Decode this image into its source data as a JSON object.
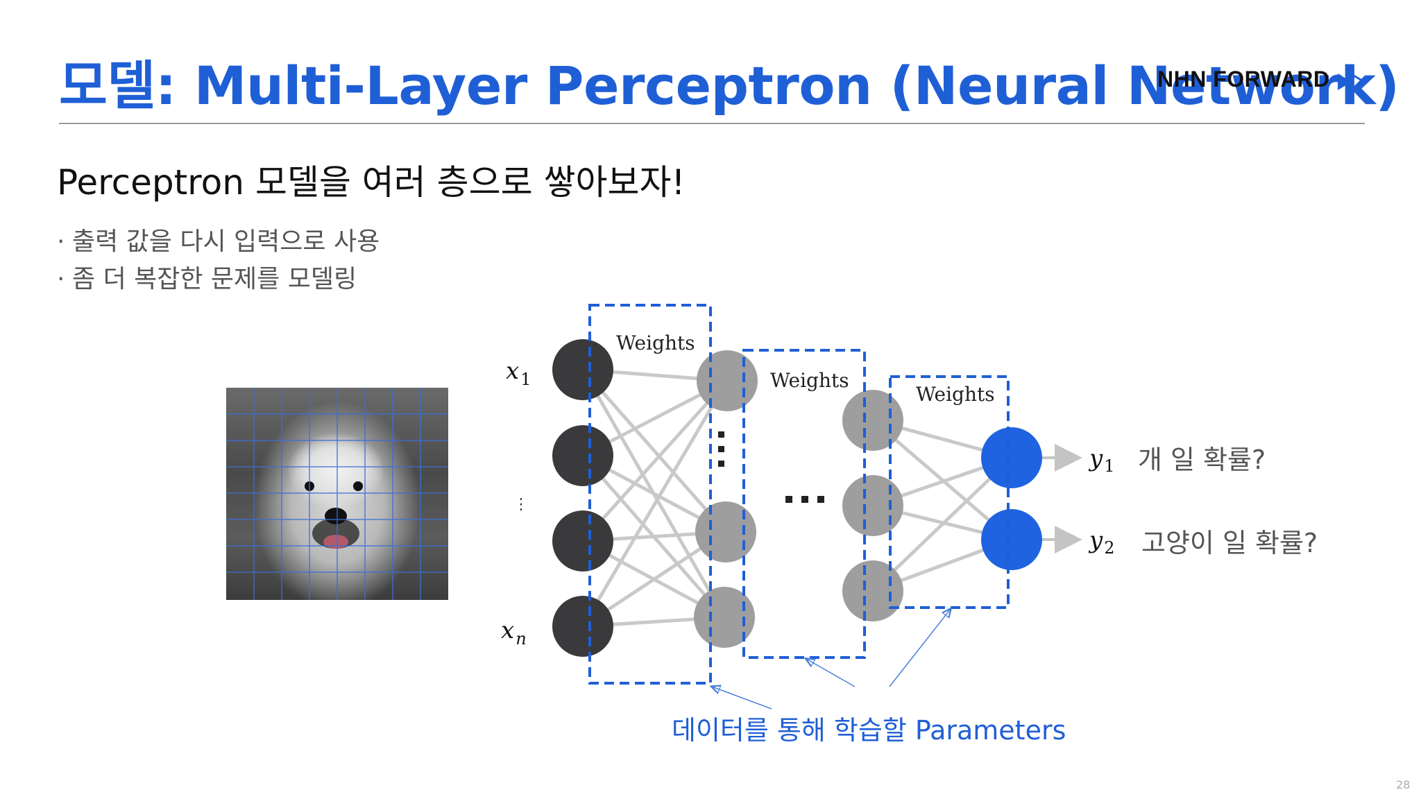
{
  "title": "모델: Multi-Layer Perceptron (Neural Network)",
  "brand": "NHN FORWARD",
  "subtitle": "Perceptron 모델을 여러 층으로 쌓아보자!",
  "bullets": [
    "출력 값을 다시 입력으로 사용",
    "좀 더 복잡한 문제를 모델링"
  ],
  "diagram": {
    "input_labels": {
      "first": "x",
      "first_sub": "1",
      "last": "x",
      "last_sub": "n",
      "ellipsis": "⋮"
    },
    "weights_labels": [
      "Weights",
      "Weights",
      "Weights"
    ],
    "hidden_vertical_ellipsis": "⋮",
    "middle_ellipsis": "⋯",
    "outputs": [
      {
        "var": "y",
        "sub": "1",
        "label": "개 일 확률?"
      },
      {
        "var": "y",
        "sub": "2",
        "label": "고양이 일 확률?"
      }
    ],
    "parameters_caption": "데이터를 통해 학습할 Parameters"
  },
  "page_number": "28",
  "colors": {
    "title_blue": "#1f5fd6",
    "output_node": "#1f63e0",
    "input_node": "#3a3a3c",
    "hidden_node": "#9e9e9e",
    "edge": "#c9c9c9",
    "dashed_box": "#1f5fd6"
  }
}
